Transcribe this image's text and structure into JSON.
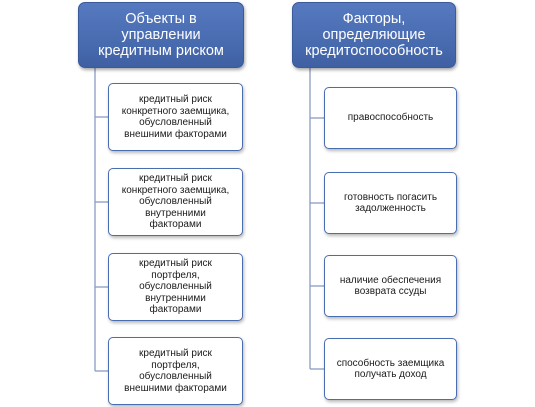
{
  "colors": {
    "header_fill": "#4a6db2",
    "header_text": "#ffffff",
    "child_border": "#4a6db2",
    "connector": "#8a9cc2"
  },
  "left_column": {
    "header": "Объекты в\nуправлении\nкредитным риском",
    "items": [
      "кредитный риск\nконкретного заемщика,\nобусловленный\nвнешними факторами",
      "кредитный риск\nконкретного заемщика,\nобусловленный\nвнутренними\nфакторами",
      "кредитный риск\nпортфеля,\nобусловленный\nвнутренними\nфакторами",
      "кредитный риск\nпортфеля,\nобусловленный\nвнешними факторами"
    ]
  },
  "right_column": {
    "header": "Факторы,\nопределяющие\nкредитоспособность",
    "items": [
      "правоспособность",
      "готовность погасить\nзадолженность",
      "наличие обеспечения\nвозврата ссуды",
      "способность заемщика\nполучать доход"
    ]
  }
}
